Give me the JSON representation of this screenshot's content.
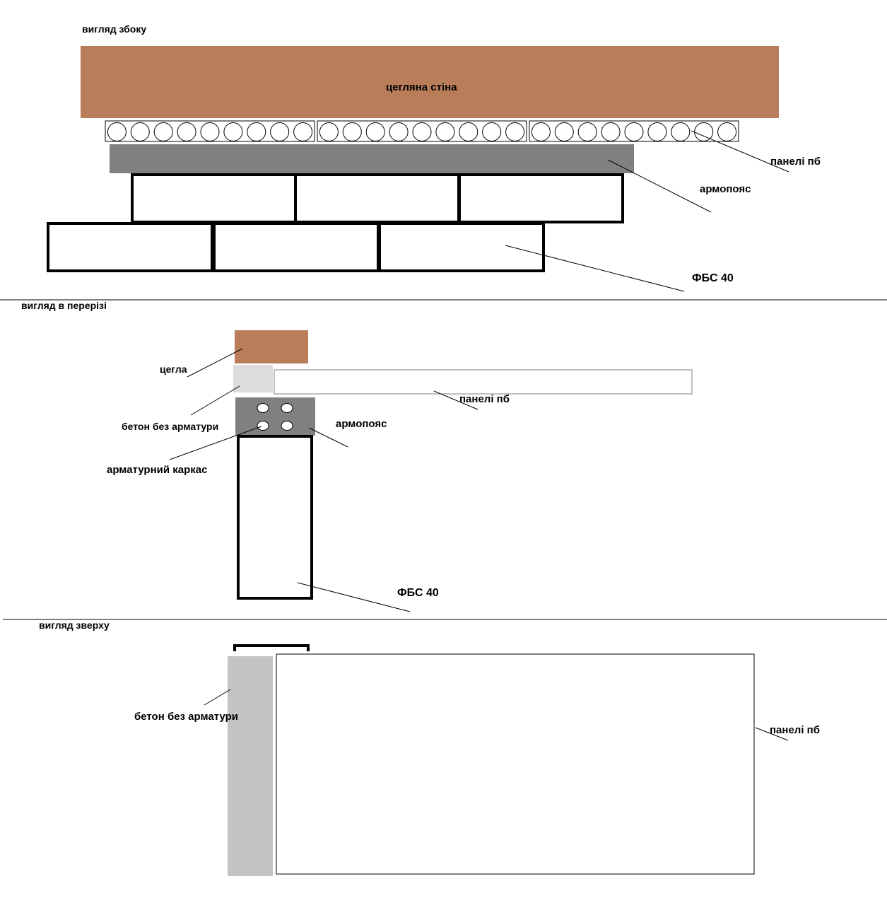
{
  "colors": {
    "brick": "#b97d5a",
    "armopoyas": "#808080",
    "concrete_light": "#dcdcdc",
    "concrete_top": "#c3c3c3",
    "outline": "#000000",
    "background": "#ffffff"
  },
  "side_view": {
    "title": "вигляд збоку",
    "wall_label": "цегляна стіна",
    "panels_label": "панелі пб",
    "armopoyas_label": "армопояс",
    "fbs_label": "ФБС 40"
  },
  "section_view": {
    "title": "вигляд в перерізі",
    "brick_label": "цегла",
    "concrete_label": "бетон без арматури",
    "rebar_label": "арматурний каркас",
    "panels_label": "панелі пб",
    "armopoyas_label": "армопояс",
    "fbs_label": "ФБС 40"
  },
  "top_view": {
    "title": "вигляд зверху",
    "concrete_label": "бетон без арматури",
    "panels_label": "панелі пб"
  }
}
